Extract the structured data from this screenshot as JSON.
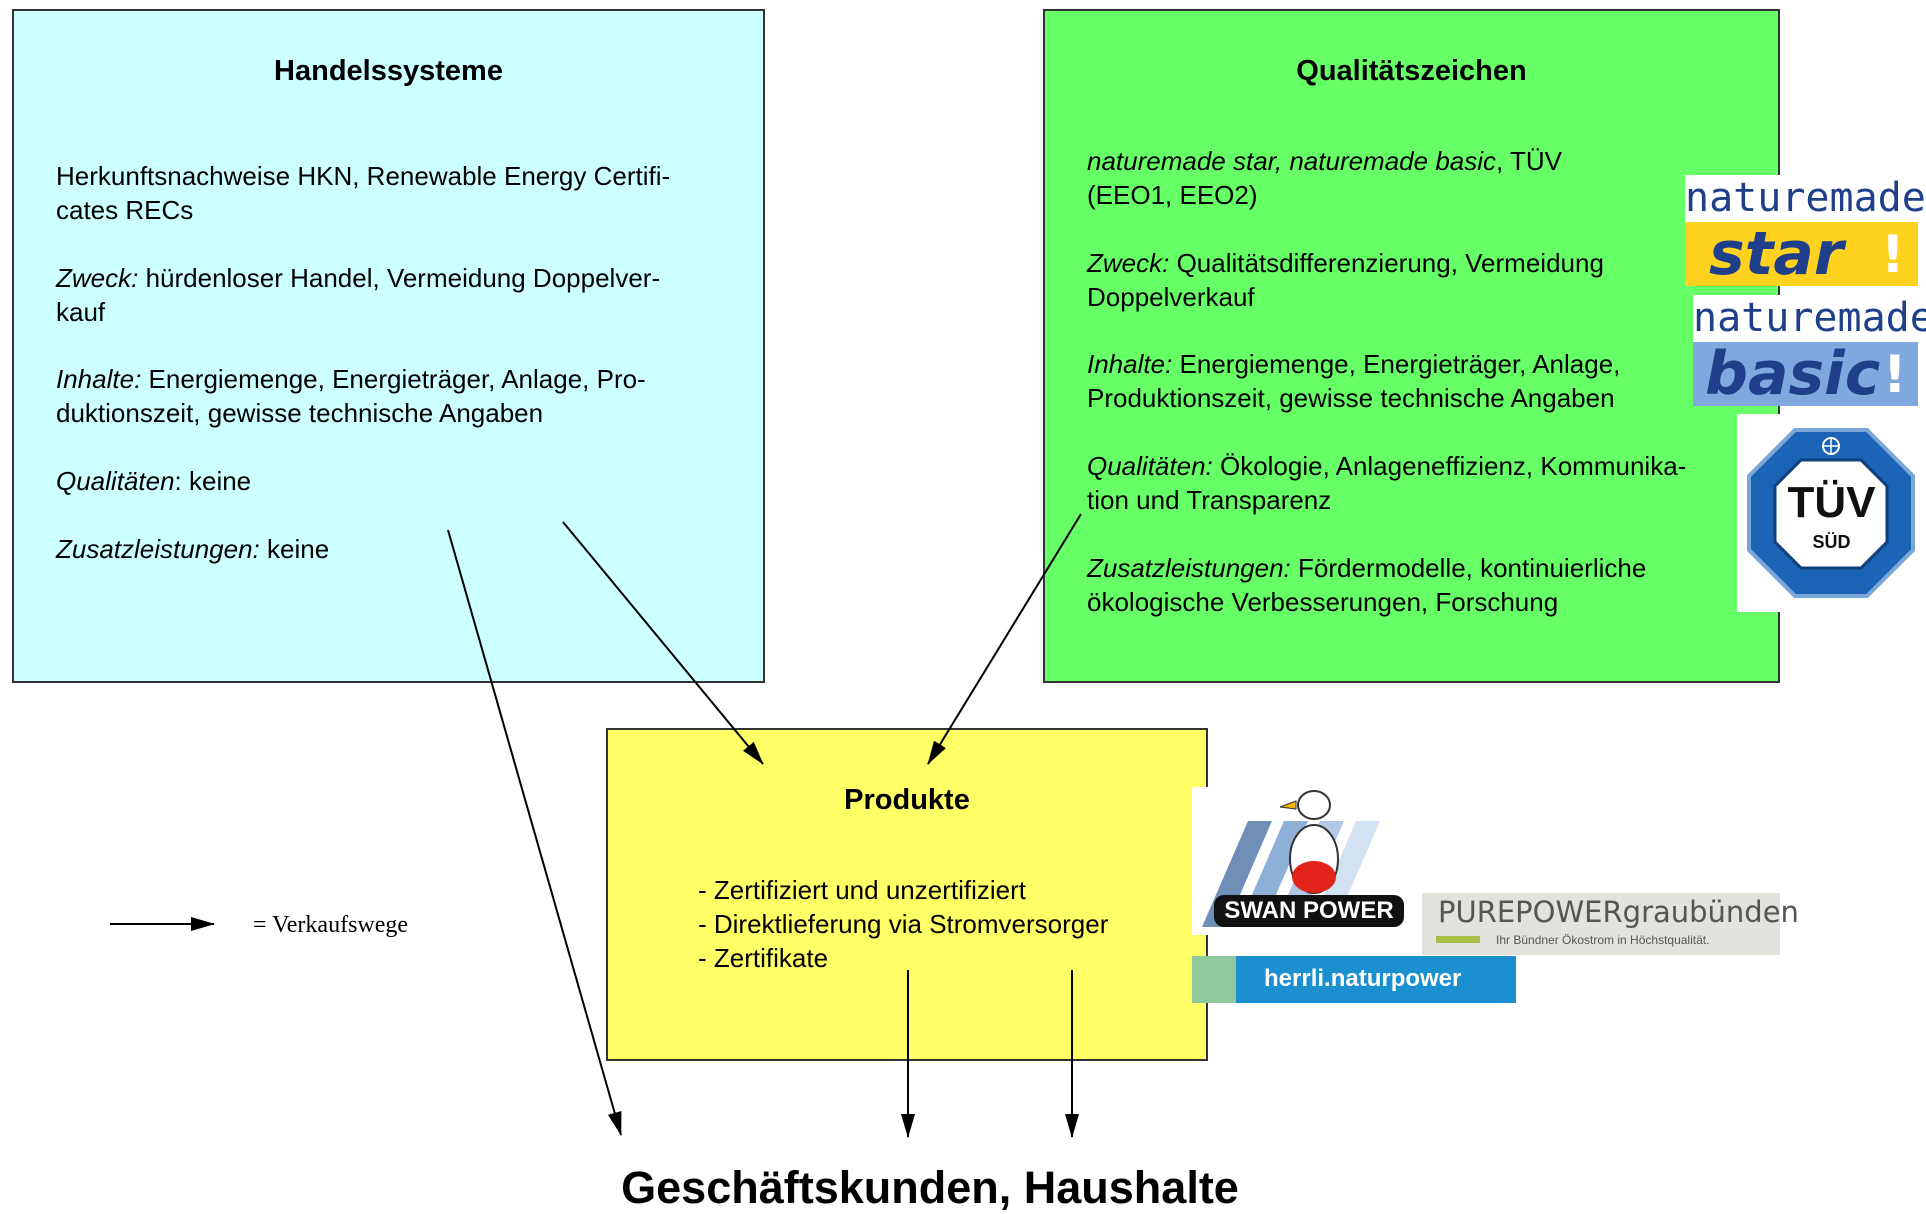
{
  "left_box": {
    "title": "Handelssysteme",
    "line1": "Herkunftsnachweise HKN, Renewable Energy Certifi-",
    "line2": "cates RECs",
    "zweck_label": "Zweck:",
    "zweck_line1": " hürdenloser Handel, Vermeidung Doppelver-",
    "zweck_line2": "kauf",
    "inhalte_label": "Inhalte:",
    "inhalte_line1": " Energiemenge,  Energieträger, Anlage, Pro-",
    "inhalte_line2": "duktionszeit, gewisse technische Angaben",
    "qualitaeten_label": "Qualitäten",
    "qualitaeten_text": ": keine",
    "zusatz_label": "Zusatzleistungen:",
    "zusatz_text": " keine"
  },
  "right_box": {
    "title": "Qualitätszeichen",
    "line1_italic": "naturemade star, naturemade basic",
    "line1_rest": ", TÜV",
    "line2": "(EEO1, EEO2)",
    "zweck_label": "Zweck:",
    "zweck_line1": " Qualitätsdifferenzierung, Vermeidung",
    "zweck_line2": "Doppelverkauf",
    "inhalte_label": "Inhalte:",
    "inhalte_line1": " Energiemenge,  Energieträger, Anlage,",
    "inhalte_line2": "Produktionszeit, gewisse technische Angaben",
    "qualitaeten_label": "Qualitäten:",
    "qualitaeten_line1": " Ökologie, Anlageneffizienz, Kommunika-",
    "qualitaeten_line2": "tion und Transparenz",
    "zusatz_label": "Zusatzleistungen:",
    "zusatz_line1": " Fördermodelle, kontinuierliche",
    "zusatz_line2": "ökologische Verbesserungen, Forschung"
  },
  "mid_box": {
    "title": "Produkte",
    "items": [
      "- Zertifiziert und unzertifiziert",
      "- Direktlieferung via Stromversorger",
      "- Zertifikate"
    ]
  },
  "bottom_title": "Geschäftskunden, Haushalte",
  "legend": {
    "text": "= Verkaufswege"
  },
  "logos": {
    "naturemade_star_top": "naturemade",
    "naturemade_star_bottom": "star",
    "naturemade_basic_top": "naturemade",
    "naturemade_basic_bottom": "basic",
    "tuv_main": "TÜV",
    "tuv_sub": "SÜD",
    "swanpower": "SWAN POWER",
    "purepower_a": "PUREPOWER",
    "purepower_b": "graubünden",
    "purepower_tagline": "Ihr Bündner Ökostrom in Höchstqualität.",
    "herrli": "herrli.naturpower"
  },
  "colors": {
    "left_box_bg": "#ccffff",
    "right_box_bg": "#66ff66",
    "mid_box_bg": "#ffff66",
    "naturemade_blue": "#1f3f8a",
    "star_yellow": "#ffd21f",
    "tuv_blue": "#1b63b5",
    "herrli_blue": "#1c8fd0",
    "herrli_green": "#8fc89a"
  }
}
